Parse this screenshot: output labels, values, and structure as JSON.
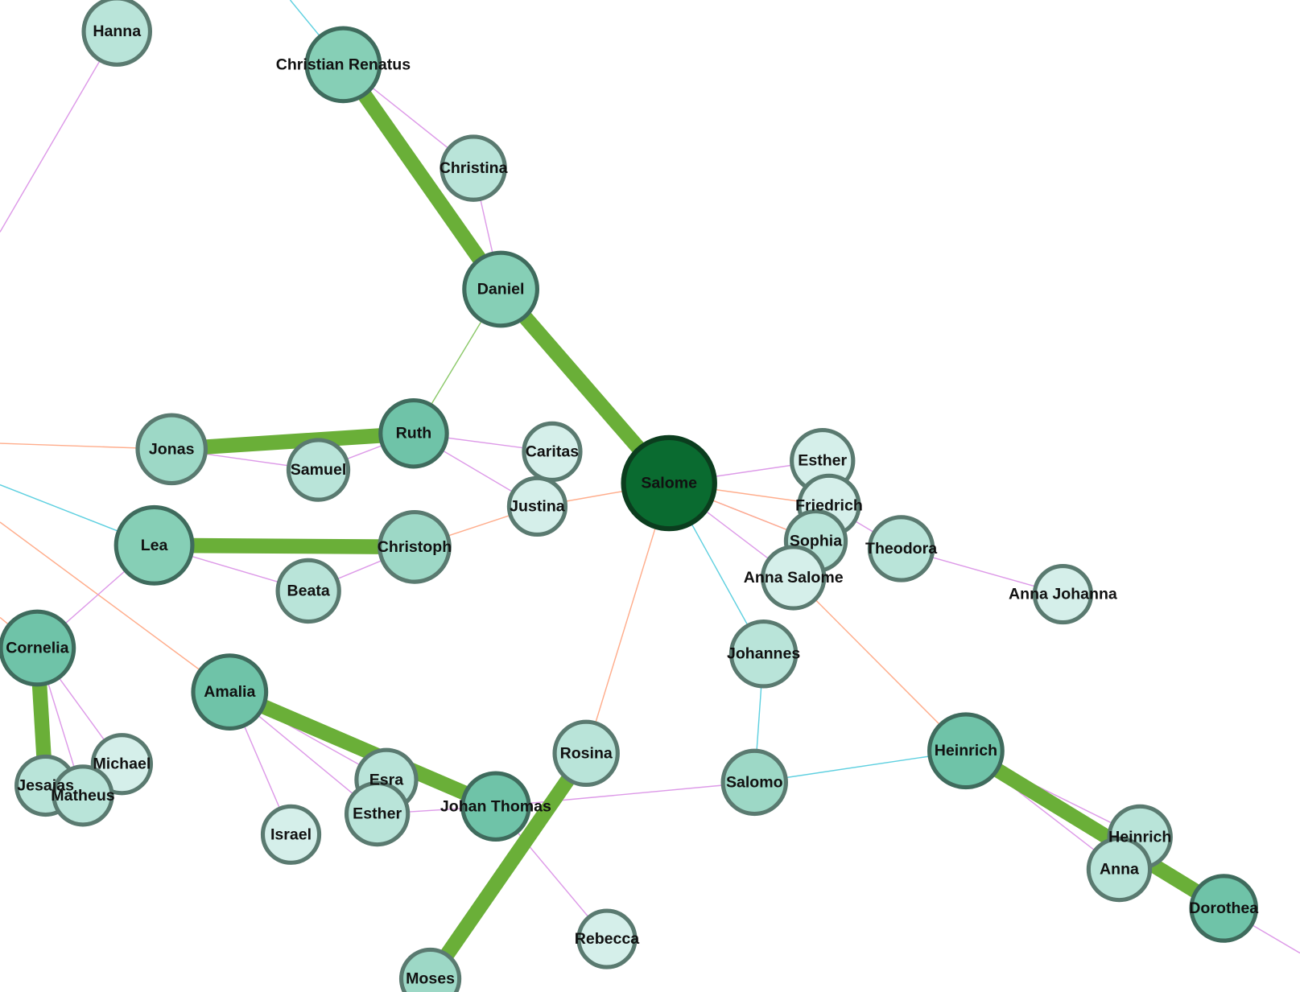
{
  "colors": {
    "edge_strong": "#6aaf38",
    "edge_weak_green": "#8cc96a",
    "edge_pink": "#dd9ae8",
    "edge_orange": "#ffad8c",
    "edge_cyan": "#5fd0e0",
    "node_stroke": "#5a7a70",
    "node_dark_stroke": "#0b3d1e",
    "fill_levels": [
      "#d5efea",
      "#b9e4d9",
      "#9dd8c6",
      "#86cfb6",
      "#6fc3a8",
      "#0a6b30"
    ]
  },
  "nodes": [
    {
      "label": "Hanna",
      "level": 1
    },
    {
      "label": "Christian Renatus",
      "level": 3
    },
    {
      "label": "Christina",
      "level": 1
    },
    {
      "label": "Daniel",
      "level": 3
    },
    {
      "label": "Ruth",
      "level": 4
    },
    {
      "label": "Jonas",
      "level": 2
    },
    {
      "label": "Samuel",
      "level": 1
    },
    {
      "label": "Caritas",
      "level": 0
    },
    {
      "label": "Justina",
      "level": 0
    },
    {
      "label": "Salome",
      "level": 5
    },
    {
      "label": "Esther",
      "level": 0
    },
    {
      "label": "Friedrich",
      "level": 0
    },
    {
      "label": "Sophia",
      "level": 1
    },
    {
      "label": "Theodora",
      "level": 1
    },
    {
      "label": "Anna Salome",
      "level": 0
    },
    {
      "label": "Anna Johanna",
      "level": 0
    },
    {
      "label": "Lea",
      "level": 3
    },
    {
      "label": "Christoph",
      "level": 2
    },
    {
      "label": "Beata",
      "level": 1
    },
    {
      "label": "Cornelia",
      "level": 4
    },
    {
      "label": "Amalia",
      "level": 4
    },
    {
      "label": "Michael",
      "level": 0
    },
    {
      "label": "Jesaias",
      "level": 1
    },
    {
      "label": "Matheus",
      "level": 1
    },
    {
      "label": "Esra",
      "level": 1
    },
    {
      "label": "Esther",
      "level": 1
    },
    {
      "label": "Israel",
      "level": 0
    },
    {
      "label": "Johan Thomas",
      "level": 4
    },
    {
      "label": "Rosina",
      "level": 1
    },
    {
      "label": "Rebecca",
      "level": 0
    },
    {
      "label": "Moses",
      "level": 2
    },
    {
      "label": "Johannes",
      "level": 1
    },
    {
      "label": "Salomo",
      "level": 2
    },
    {
      "label": "Heinrich",
      "level": 4
    },
    {
      "label": "Heinrich",
      "level": 1
    },
    {
      "label": "Anna",
      "level": 1
    },
    {
      "label": "Dorothea",
      "level": 4
    }
  ],
  "edges": [
    [
      1,
      3,
      "strong"
    ],
    [
      3,
      9,
      "strong"
    ],
    [
      5,
      4,
      "strong"
    ],
    [
      16,
      17,
      "strong"
    ],
    [
      19,
      22,
      "strong"
    ],
    [
      20,
      27,
      "strong"
    ],
    [
      28,
      30,
      "strong"
    ],
    [
      33,
      36,
      "strong"
    ],
    [
      3,
      4,
      "green"
    ],
    [
      1,
      2,
      "pink"
    ],
    [
      2,
      3,
      "pink"
    ],
    [
      5,
      6,
      "pink"
    ],
    [
      6,
      4,
      "pink"
    ],
    [
      4,
      7,
      "pink"
    ],
    [
      4,
      8,
      "pink"
    ],
    [
      16,
      18,
      "pink"
    ],
    [
      18,
      17,
      "pink"
    ],
    [
      16,
      19,
      "pink"
    ],
    [
      19,
      21,
      "pink"
    ],
    [
      19,
      23,
      "pink"
    ],
    [
      20,
      26,
      "pink"
    ],
    [
      20,
      25,
      "pink"
    ],
    [
      20,
      24,
      "pink"
    ],
    [
      25,
      27,
      "pink"
    ],
    [
      27,
      29,
      "pink"
    ],
    [
      27,
      32,
      "pink"
    ],
    [
      9,
      10,
      "pink"
    ],
    [
      9,
      12,
      "pink"
    ],
    [
      9,
      14,
      "pink"
    ],
    [
      11,
      13,
      "pink"
    ],
    [
      13,
      15,
      "pink"
    ],
    [
      33,
      34,
      "pink"
    ],
    [
      33,
      35,
      "pink"
    ],
    [
      17,
      8,
      "orange"
    ],
    [
      8,
      9,
      "orange"
    ],
    [
      9,
      11,
      "orange"
    ],
    [
      9,
      12,
      "orange"
    ],
    [
      9,
      28,
      "orange"
    ],
    [
      14,
      33,
      "orange"
    ],
    [
      9,
      31,
      "cyan"
    ],
    [
      31,
      32,
      "cyan"
    ],
    [
      32,
      33,
      "cyan"
    ]
  ]
}
